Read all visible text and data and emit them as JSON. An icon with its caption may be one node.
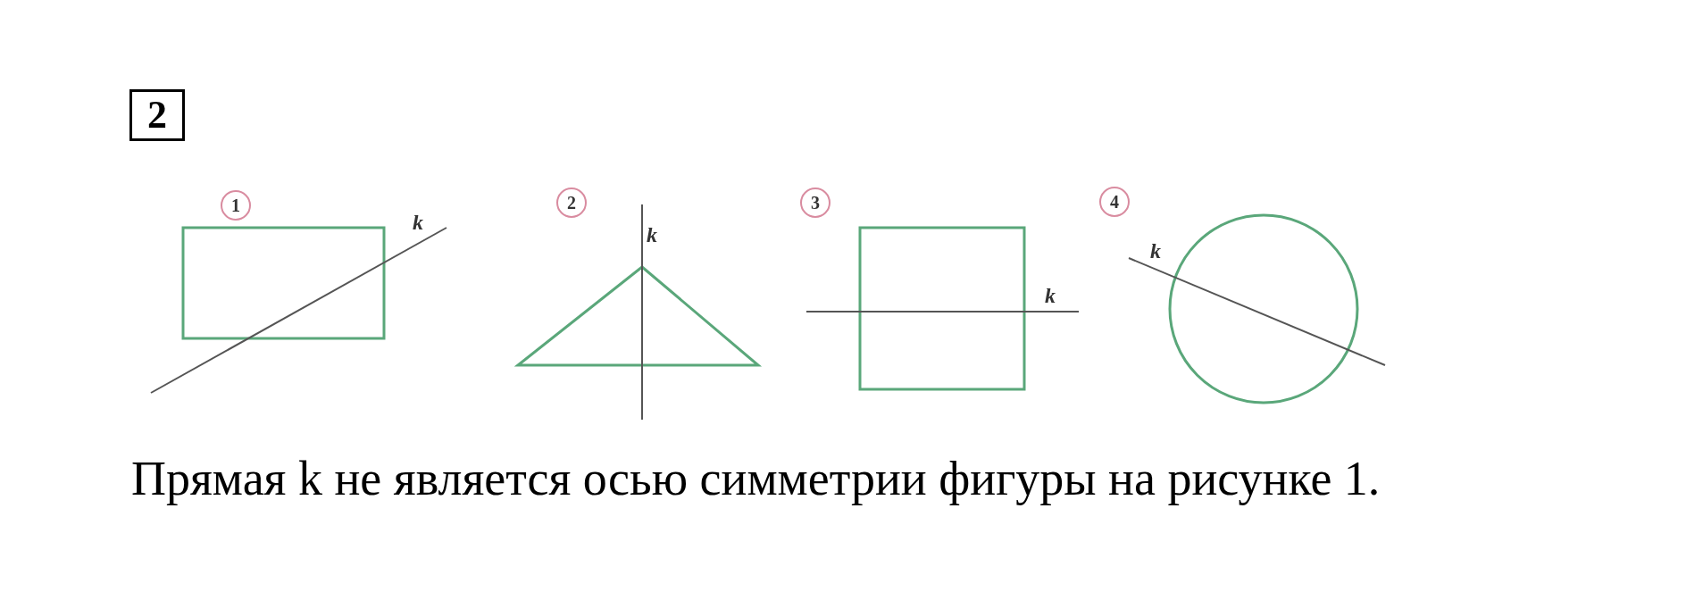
{
  "diagram": {
    "caption": "Прямая k не является осью симметрии фигуры на рисунке 1.",
    "labels": [
      "2",
      "1",
      "k",
      "2",
      "k",
      "3",
      "k",
      "4",
      "k"
    ]
  }
}
